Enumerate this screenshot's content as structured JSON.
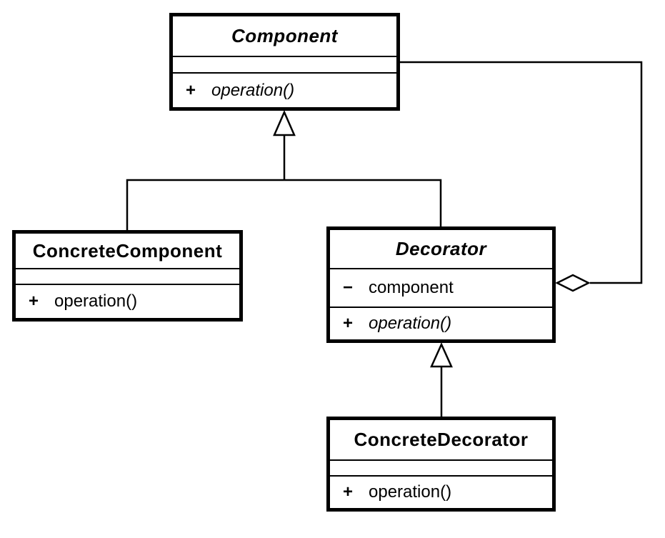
{
  "colors": {
    "stroke": "#000000",
    "background": "#ffffff"
  },
  "classes": {
    "component": {
      "name": "Component",
      "abstract": true,
      "attributes": [],
      "operations": [
        {
          "visibility": "+",
          "signature": "operation()",
          "abstract": true
        }
      ]
    },
    "concrete_component": {
      "name": "ConcreteComponent",
      "abstract": false,
      "attributes": [],
      "operations": [
        {
          "visibility": "+",
          "signature": "operation()",
          "abstract": false
        }
      ]
    },
    "decorator": {
      "name": "Decorator",
      "abstract": true,
      "attributes": [
        {
          "visibility": "−",
          "name": "component"
        }
      ],
      "operations": [
        {
          "visibility": "+",
          "signature": "operation()",
          "abstract": true
        }
      ]
    },
    "concrete_decorator": {
      "name": "ConcreteDecorator",
      "abstract": false,
      "attributes": [],
      "operations": [
        {
          "visibility": "+",
          "signature": "operation()",
          "abstract": false
        }
      ]
    }
  },
  "relationships": [
    {
      "type": "generalization",
      "from": "ConcreteComponent",
      "to": "Component"
    },
    {
      "type": "generalization",
      "from": "Decorator",
      "to": "Component"
    },
    {
      "type": "generalization",
      "from": "ConcreteDecorator",
      "to": "Decorator"
    },
    {
      "type": "aggregation",
      "whole": "Decorator",
      "part": "Component"
    }
  ]
}
